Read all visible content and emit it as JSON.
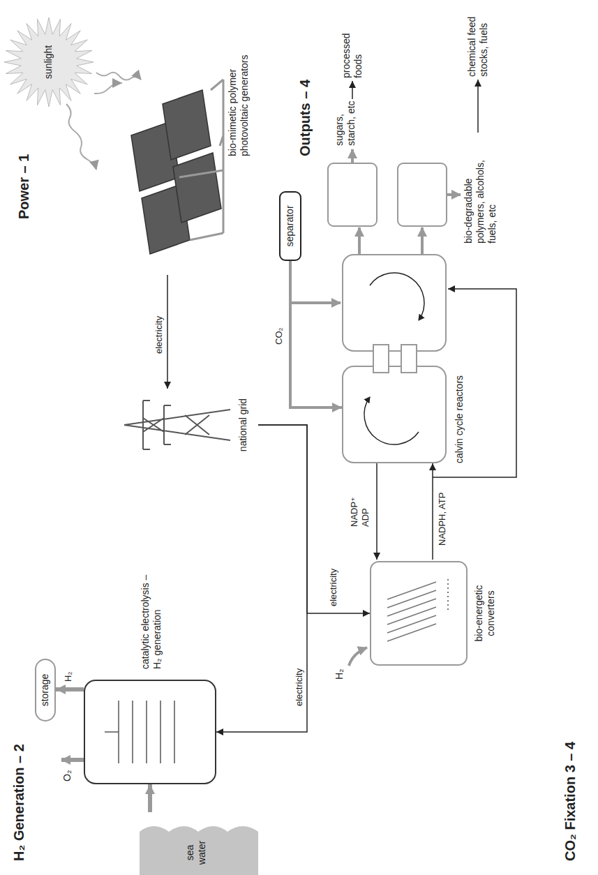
{
  "diagram": {
    "nodes": [
      {
        "text": [
          "sunlight"
        ]
      },
      {
        "text": [
          "bio-mimetic polymer photovoltaic generators"
        ]
      },
      {
        "text": [
          "national grid"
        ]
      },
      {
        "text": [
          "storage"
        ]
      },
      {
        "text": [
          "catalytic electrolysis – H₂ generation"
        ]
      },
      {
        "text": [
          "sea water"
        ]
      },
      {
        "text": [
          "bio-energetic converters"
        ]
      },
      {
        "text": [
          "separator"
        ]
      },
      {
        "text": [
          "calvin cycle reactors"
        ]
      }
    ],
    "edges": [
      {
        "from": 0,
        "to": 1,
        "arrow": "to"
      },
      {
        "from": 1,
        "to": 2,
        "label": "electricity",
        "arrow": "to"
      },
      {
        "from": 2,
        "to": 4,
        "label": "electricity",
        "arrow": "to"
      },
      {
        "from": 2,
        "to": 6,
        "label": "electricity",
        "arrow": "to"
      },
      {
        "from": 5,
        "to": 4,
        "arrow": "to"
      },
      {
        "from": 4,
        "to": 3,
        "label": "H₂",
        "arrow": "to"
      },
      {
        "from": 8,
        "to": 6,
        "label": "NADP⁺ ADP",
        "arrow": "to"
      },
      {
        "from": 6,
        "to": 8,
        "label": "NADPH, ATP",
        "arrow": "to"
      },
      {
        "from": 7,
        "to": 8,
        "label": "CO₂",
        "arrow": "to"
      }
    ],
    "labels": [
      "Power – 1",
      "H₂ Generation – 2",
      "O₂",
      "H₂",
      "CO₂ Fixation 3 – 4",
      "Outputs – 4",
      "sugars, starch, etc",
      "processed foods",
      "bio-degradable polymers, alcohols, fuels, etc",
      "chemical feed stocks, fuels"
    ]
  }
}
